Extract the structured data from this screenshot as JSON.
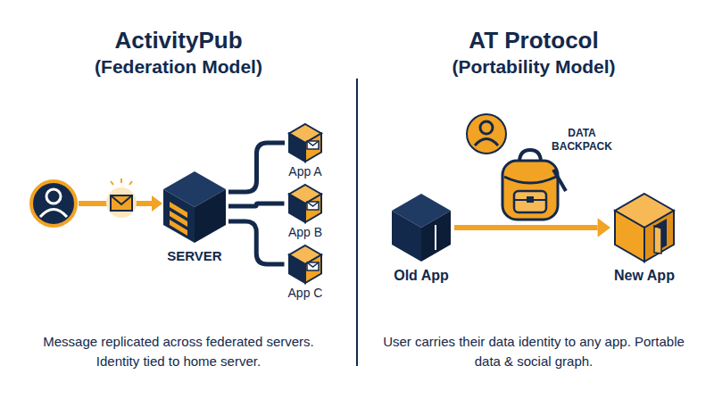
{
  "diagram": {
    "nodes": [
      {
        "text": [
          "SERVER"
        ]
      },
      {
        "text": [
          "App A"
        ]
      },
      {
        "text": [
          "App B"
        ]
      },
      {
        "text": [
          "App C"
        ]
      },
      {
        "text": [
          "Old App"
        ]
      },
      {
        "text": [
          "New App"
        ]
      }
    ],
    "edges": [
      {
        "from": 0,
        "to": 1,
        "arrow": "none"
      },
      {
        "from": 0,
        "to": 2,
        "arrow": "none"
      },
      {
        "from": 0,
        "to": 3,
        "arrow": "none"
      },
      {
        "from": 4,
        "to": 5,
        "arrow": "to"
      }
    ],
    "labels": [
      "ActivityPub",
      "(Federation Model)",
      "AT Protocol",
      "(Portability Model)",
      "DATA BACKPACK",
      "Message replicated across federated servers. Identity tied to home server.",
      "User carries their data identity to any app. Portable data & social graph."
    ]
  }
}
